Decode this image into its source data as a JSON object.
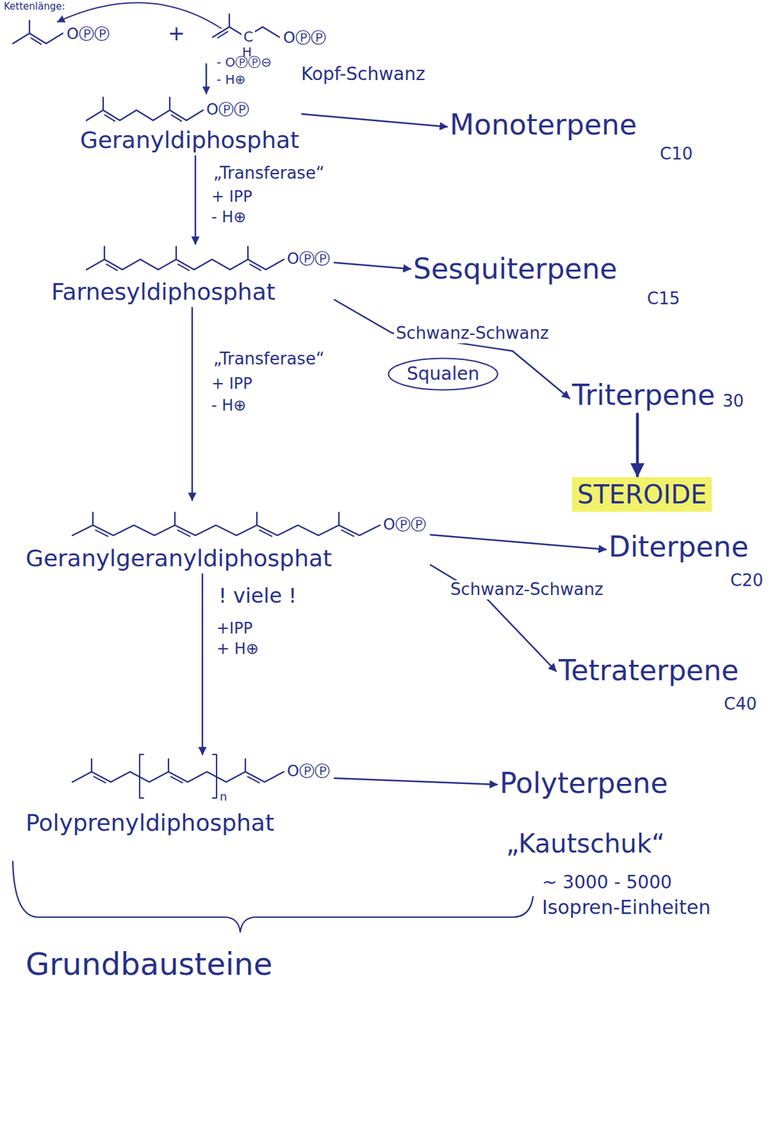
{
  "diagram": {
    "nodes": [
      {
        "text": [
          "Geranyldiphosphat"
        ]
      },
      {
        "text": [
          "Monoterpene"
        ]
      },
      {
        "text": [
          "Farnesyldiphosphat"
        ]
      },
      {
        "text": [
          "Sesquiterpene"
        ]
      },
      {
        "text": [
          "Squalen"
        ]
      },
      {
        "text": [
          "Triterpene"
        ]
      },
      {
        "text": [
          "STEROIDE"
        ]
      },
      {
        "text": [
          "Geranylgeranyldiphosphat"
        ]
      },
      {
        "text": [
          "Diterpene"
        ]
      },
      {
        "text": [
          "Tetraterpene"
        ]
      },
      {
        "text": [
          "Polyprenyldiphosphat"
        ]
      },
      {
        "text": [
          "Polyterpene"
        ]
      }
    ],
    "edges": [
      {
        "from": 0,
        "to": 1,
        "arrow": "to"
      },
      {
        "from": 0,
        "to": 2,
        "label": "„Transferase“",
        "arrow": "to"
      },
      {
        "from": 2,
        "to": 3,
        "arrow": "to"
      },
      {
        "from": 2,
        "to": 5,
        "label": "Schwanz-Schwanz",
        "arrow": "to"
      },
      {
        "from": 5,
        "to": 6,
        "arrow": "to"
      },
      {
        "from": 2,
        "to": 7,
        "label": "„Transferase“",
        "arrow": "to"
      },
      {
        "from": 7,
        "to": 8,
        "arrow": "to"
      },
      {
        "from": 7,
        "to": 9,
        "label": "Schwanz-Schwanz",
        "arrow": "to"
      },
      {
        "from": 7,
        "to": 10,
        "label": "! viele !",
        "arrow": "to"
      },
      {
        "from": 10,
        "to": 11,
        "arrow": "to"
      }
    ],
    "labels": [
      "Kettenlänge:",
      "OⓅⓅ",
      "+",
      "C",
      "H",
      "OⓅⓅ",
      "- OⓅⓅ⊖",
      "- H⊕",
      "Kopf-Schwanz",
      "OⓅⓅ",
      "C10",
      "+ IPP",
      "- H⊕",
      "OⓅⓅ",
      "C15",
      "30",
      "+ IPP",
      "- H⊕",
      "OⓅⓅ",
      "C20",
      "C40",
      "+IPP",
      "+ H⊕",
      "n",
      "OⓅⓅ",
      "„Kautschuk“",
      "~ 3000 - 5000",
      "Isopren-Einheiten",
      "Grundbausteine"
    ]
  }
}
